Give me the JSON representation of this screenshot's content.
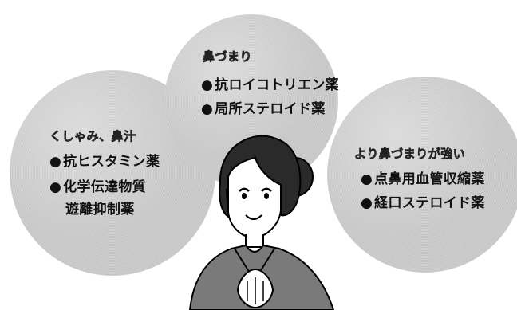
{
  "top": {
    "heading": "鼻づまり",
    "items": [
      "抗ロイコトリエン薬",
      "局所ステロイド薬"
    ]
  },
  "left": {
    "heading": "くしゃみ、鼻汁",
    "items": [
      "抗ヒスタミン薬",
      "化学伝達物質",
      "遊離抑制薬"
    ]
  },
  "right": {
    "heading": "より鼻づまりが強い",
    "items": [
      "点鼻用血管収縮薬",
      "経口ステロイド薬"
    ]
  },
  "bullet": "●",
  "icons": {
    "woman": "woman-illustration-icon"
  }
}
